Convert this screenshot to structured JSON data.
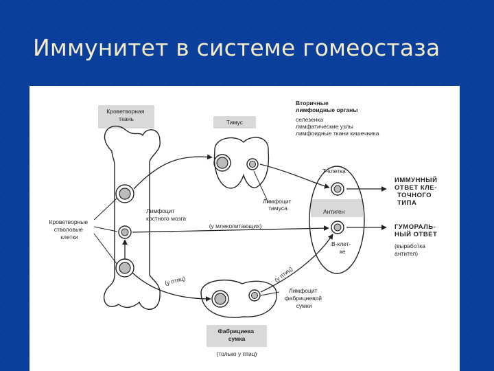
{
  "slide": {
    "title": "Иммунитет в системе гомеостаза"
  },
  "diagram": {
    "hematopoietic_tissue": [
      "Кроветворная",
      "ткань"
    ],
    "thymus": "Тимус",
    "secondary_organs_title": [
      "Вторичные",
      "лимфоидные органы"
    ],
    "secondary_organs_items": [
      "селезенка",
      "лимфатические узлы",
      "лимфоидные ткани кишечника"
    ],
    "stem_cells": [
      "Кроветворные",
      "стволовые",
      "клетки"
    ],
    "bone_marrow_lymphocyte": [
      "Лимфоцит",
      "костного мозга"
    ],
    "thymus_lymphocyte": [
      "Лимфоцит",
      "тимуса"
    ],
    "mammals_path": "(у млекопитающих)",
    "birds_path_left": "(у птиц)",
    "birds_path_right": "(у птиц)",
    "t_cell": "Т-клетка",
    "antigen": "Антиген",
    "b_cell": [
      "В-клет-",
      "ке"
    ],
    "cellular_response": [
      "ИММУННЫЙ",
      "ОТВЕТ КЛЕ-",
      "ТОЧНОГО",
      "ТИПА"
    ],
    "humoral_response": [
      "ГУМОРАЛЬ-",
      "НЫЙ ОТВЕТ"
    ],
    "antibody_note": [
      "(выработка",
      "антител)"
    ],
    "fabricius_lymphocyte": [
      "Лимфоцит",
      "фабрициевой",
      "сумки"
    ],
    "fabricius_bursa": [
      "Фабрициева",
      "сумка"
    ],
    "birds_only": "(только у птиц)"
  }
}
